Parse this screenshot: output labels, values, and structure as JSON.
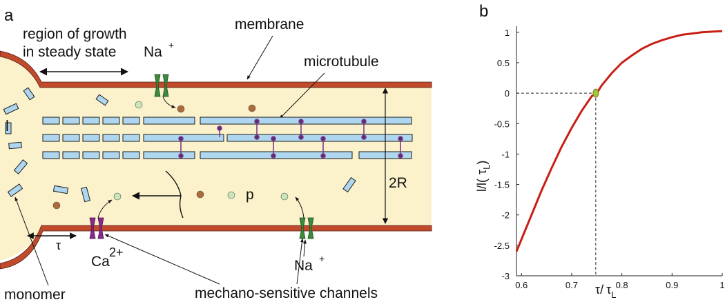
{
  "panel_a": {
    "panel_label": "a",
    "region_label_line1": "region of growth",
    "region_label_line2": "in steady state",
    "membrane_label": "membrane",
    "microtubule_label": "microtubule",
    "na_top_label": "Na",
    "na_bottom_label": "Na",
    "na_charge": "+",
    "ca_label": "Ca",
    "ca_charge": "2+",
    "monomer_label": "monomer",
    "channels_label": "mechano-sensitive channels",
    "l_label": "l",
    "tau_label": "τ",
    "p_label": "p",
    "radius_label": "2R",
    "colors": {
      "cytoplasm": "#fbf2cc",
      "membrane": "#c24a2c",
      "membrane_edge": "#4a1a0c",
      "tubulin": "#aed6ee",
      "crosslinker": "#7a3a8c",
      "na_channel": "#3d8a3a",
      "ca_channel": "#8a2a8c",
      "green_particle": "#c9e6b8",
      "brown_particle": "#b06a3a"
    }
  },
  "panel_b": {
    "panel_label": "b",
    "ylabel_main": "l/l(",
    "ylabel_tau": "τ",
    "ylabel_sub": "L",
    "ylabel_close": ")",
    "xlabel_tau": "τ",
    "xlabel_sep": "/",
    "xlabel_tauL": "τ",
    "xlabel_sub": "L",
    "chart_data": {
      "type": "line",
      "xlim": [
        0.59,
        1.0
      ],
      "ylim": [
        -3,
        1.1
      ],
      "x_ticks": [
        "0.6",
        "0.7",
        "0.8",
        "0.9",
        "1"
      ],
      "y_ticks": [
        "1",
        "0.5",
        "0",
        "-0.5",
        "-1",
        "-1.5",
        "-2",
        "-2.5",
        "-3"
      ],
      "series": [
        {
          "x": [
            0.59,
            0.6,
            0.62,
            0.64,
            0.66,
            0.68,
            0.7,
            0.72,
            0.74,
            0.75,
            0.76,
            0.78,
            0.8,
            0.82,
            0.84,
            0.86,
            0.88,
            0.9,
            0.92,
            0.94,
            0.96,
            0.98,
            1.0
          ],
          "y": [
            -2.6,
            -2.4,
            -2.0,
            -1.6,
            -1.23,
            -0.88,
            -0.57,
            -0.29,
            -0.05,
            0.0,
            0.13,
            0.33,
            0.5,
            0.62,
            0.73,
            0.81,
            0.87,
            0.92,
            0.96,
            0.98,
            1.0,
            1.01,
            1.02
          ],
          "color": "#c81e14"
        }
      ],
      "marker": {
        "x": 0.748,
        "y": 0.0,
        "color": "#a8c43a"
      },
      "grid": false
    }
  }
}
